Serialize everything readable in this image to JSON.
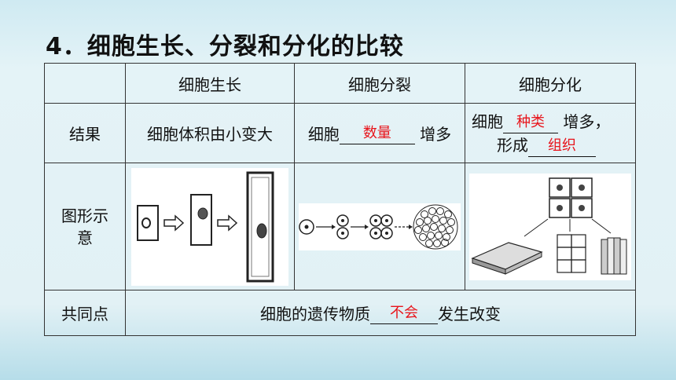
{
  "title": "4．细胞生长、分裂和分化的比较",
  "header": [
    "细胞生长",
    "细胞分裂",
    "细胞分化"
  ],
  "rows": {
    "result": {
      "label": "结果",
      "growth": "细胞体积由小变大",
      "division": {
        "prefix": "细胞",
        "answer": "数量",
        "suffix": "增多"
      },
      "differentiation": {
        "line1_prefix": "细胞",
        "line1_answer": "种类",
        "line1_suffix": "增多，",
        "line2_prefix": "形成",
        "line2_answer": "组织"
      }
    },
    "diagram": {
      "label": "图形示意"
    },
    "common": {
      "label": "共同点",
      "prefix": "细胞的遗传物质",
      "answer": "不会",
      "suffix": "发生改变"
    }
  },
  "colors": {
    "answer": "#e8141b",
    "border": "#333333"
  }
}
